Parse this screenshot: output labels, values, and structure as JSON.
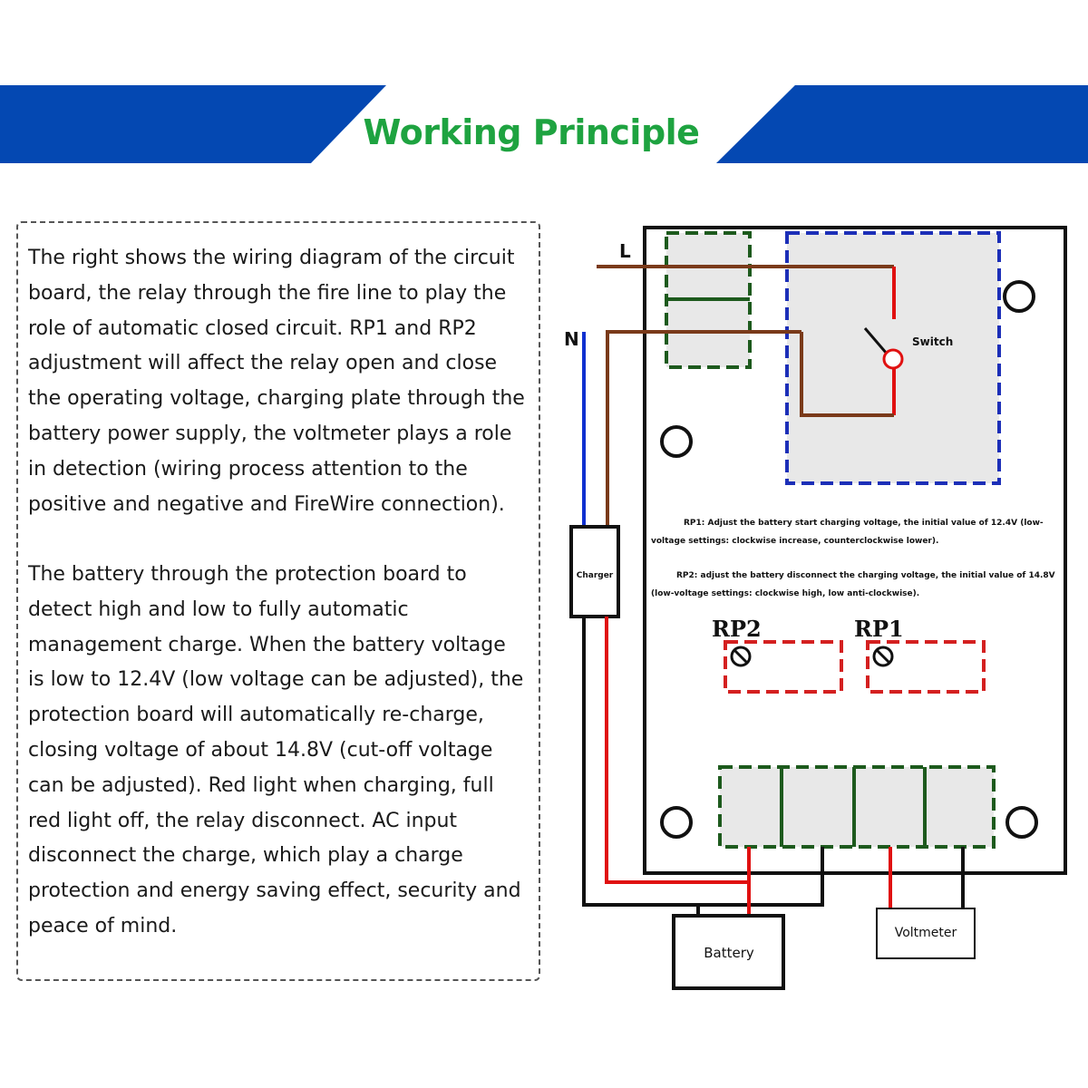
{
  "header": {
    "title": "Working Principle"
  },
  "description": {
    "paragraph_1": "The right shows the wiring diagram of the circuit board, the relay through the fire line to play the role of automatic closed circuit. RP1 and RP2 adjustment will affect the relay open and close the operating voltage, charging plate through the battery power supply, the voltmeter plays a role in detection (wiring process attention to the positive and negative and FireWire connection).",
    "paragraph_2": "The battery through the protection board to detect high and low to fully automatic management charge. When the battery voltage is low to 12.4V (low voltage can be adjusted), the protection board will automatically re-charge, closing voltage of about 14.8V (cut-off voltage can be adjusted). Red light when charging, full red light off, the relay disconnect. AC input disconnect the charge, which play a charge protection and energy saving effect, security and peace of mind."
  },
  "diagram": {
    "line_label_l": "L",
    "line_label_n": "N",
    "switch_label": "Switch",
    "charger_label": "Charger",
    "rp1_note_line1": "RP1: Adjust the battery start charging voltage, the initial value of 12.4V (low-",
    "rp1_note_line2": "voltage settings: clockwise increase, counterclockwise lower).",
    "rp2_note_line1": "RP2: adjust the battery disconnect the charging voltage, the initial value of 14.8V",
    "rp2_note_line2": "(low-voltage settings: clockwise high, low anti-clockwise).",
    "rp2_label": "RP2",
    "rp1_label": "RP1",
    "battery_label": "Battery",
    "voltmeter_label": "Voltmeter"
  },
  "colors": {
    "banner_blue": "#0448b2",
    "title_green": "#1ea340",
    "wire_red": "#e01010",
    "wire_brown": "#7a3a1a",
    "wire_blue": "#1030d0",
    "relay_dash_blue": "#1c2fb8",
    "terminal_dash_green": "#1d5a1d",
    "pot_dash_red": "#d42020"
  }
}
